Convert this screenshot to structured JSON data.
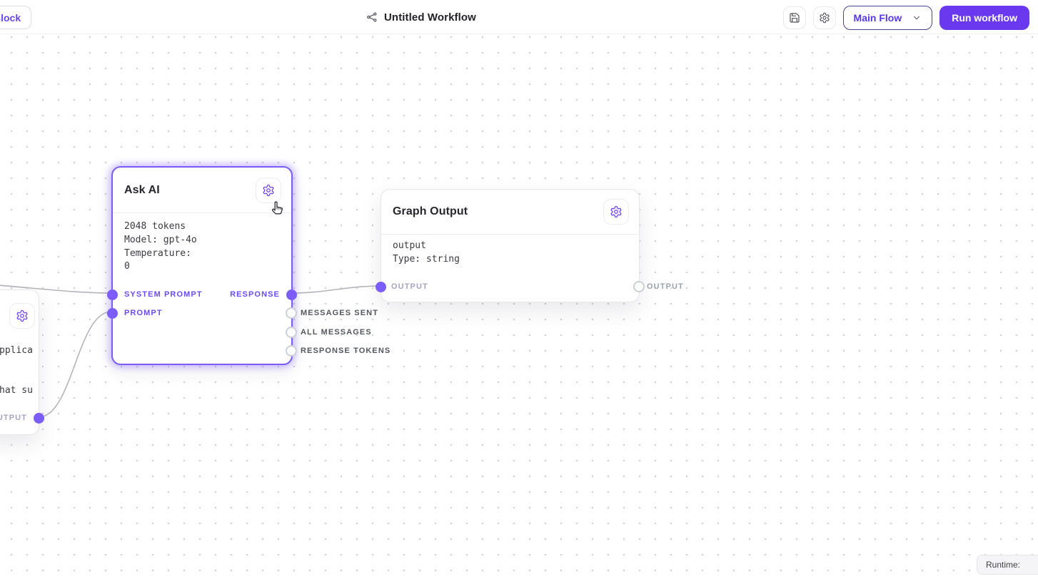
{
  "header": {
    "block_button_label": "Block",
    "workflow_title": "Untitled Workflow",
    "flow_selector_label": "Main Flow",
    "run_button_label": "Run workflow"
  },
  "canvas": {
    "nodes": {
      "ask_ai": {
        "title": "Ask AI",
        "body_lines": [
          "2048 tokens",
          "Model: gpt-4o",
          "Temperature:",
          "0"
        ],
        "input_ports": [
          "SYSTEM PROMPT",
          "PROMPT"
        ],
        "output_ports": [
          "RESPONSE",
          "MESSAGES SENT",
          "ALL MESSAGES",
          "RESPONSE TOKENS"
        ],
        "selected": true
      },
      "graph_output": {
        "title": "Graph Output",
        "body_lines": [
          "output",
          "Type: string"
        ],
        "input_ports": [
          "OUTPUT"
        ],
        "output_ports": [
          "OUTPUT"
        ]
      },
      "text_partial": {
        "body_lines": [
          "pplica",
          "hat su"
        ],
        "output_ports": [
          "OUTPUT"
        ]
      }
    },
    "runtime_label": "Runtime:"
  },
  "colors": {
    "accent": "#6938ef",
    "port_purple": "#7c5cfa",
    "selected_border": "#7c5cf8",
    "edge": "#b4b4bb",
    "lavender_label": "#a6a3c6",
    "gray_label": "#55575e"
  }
}
